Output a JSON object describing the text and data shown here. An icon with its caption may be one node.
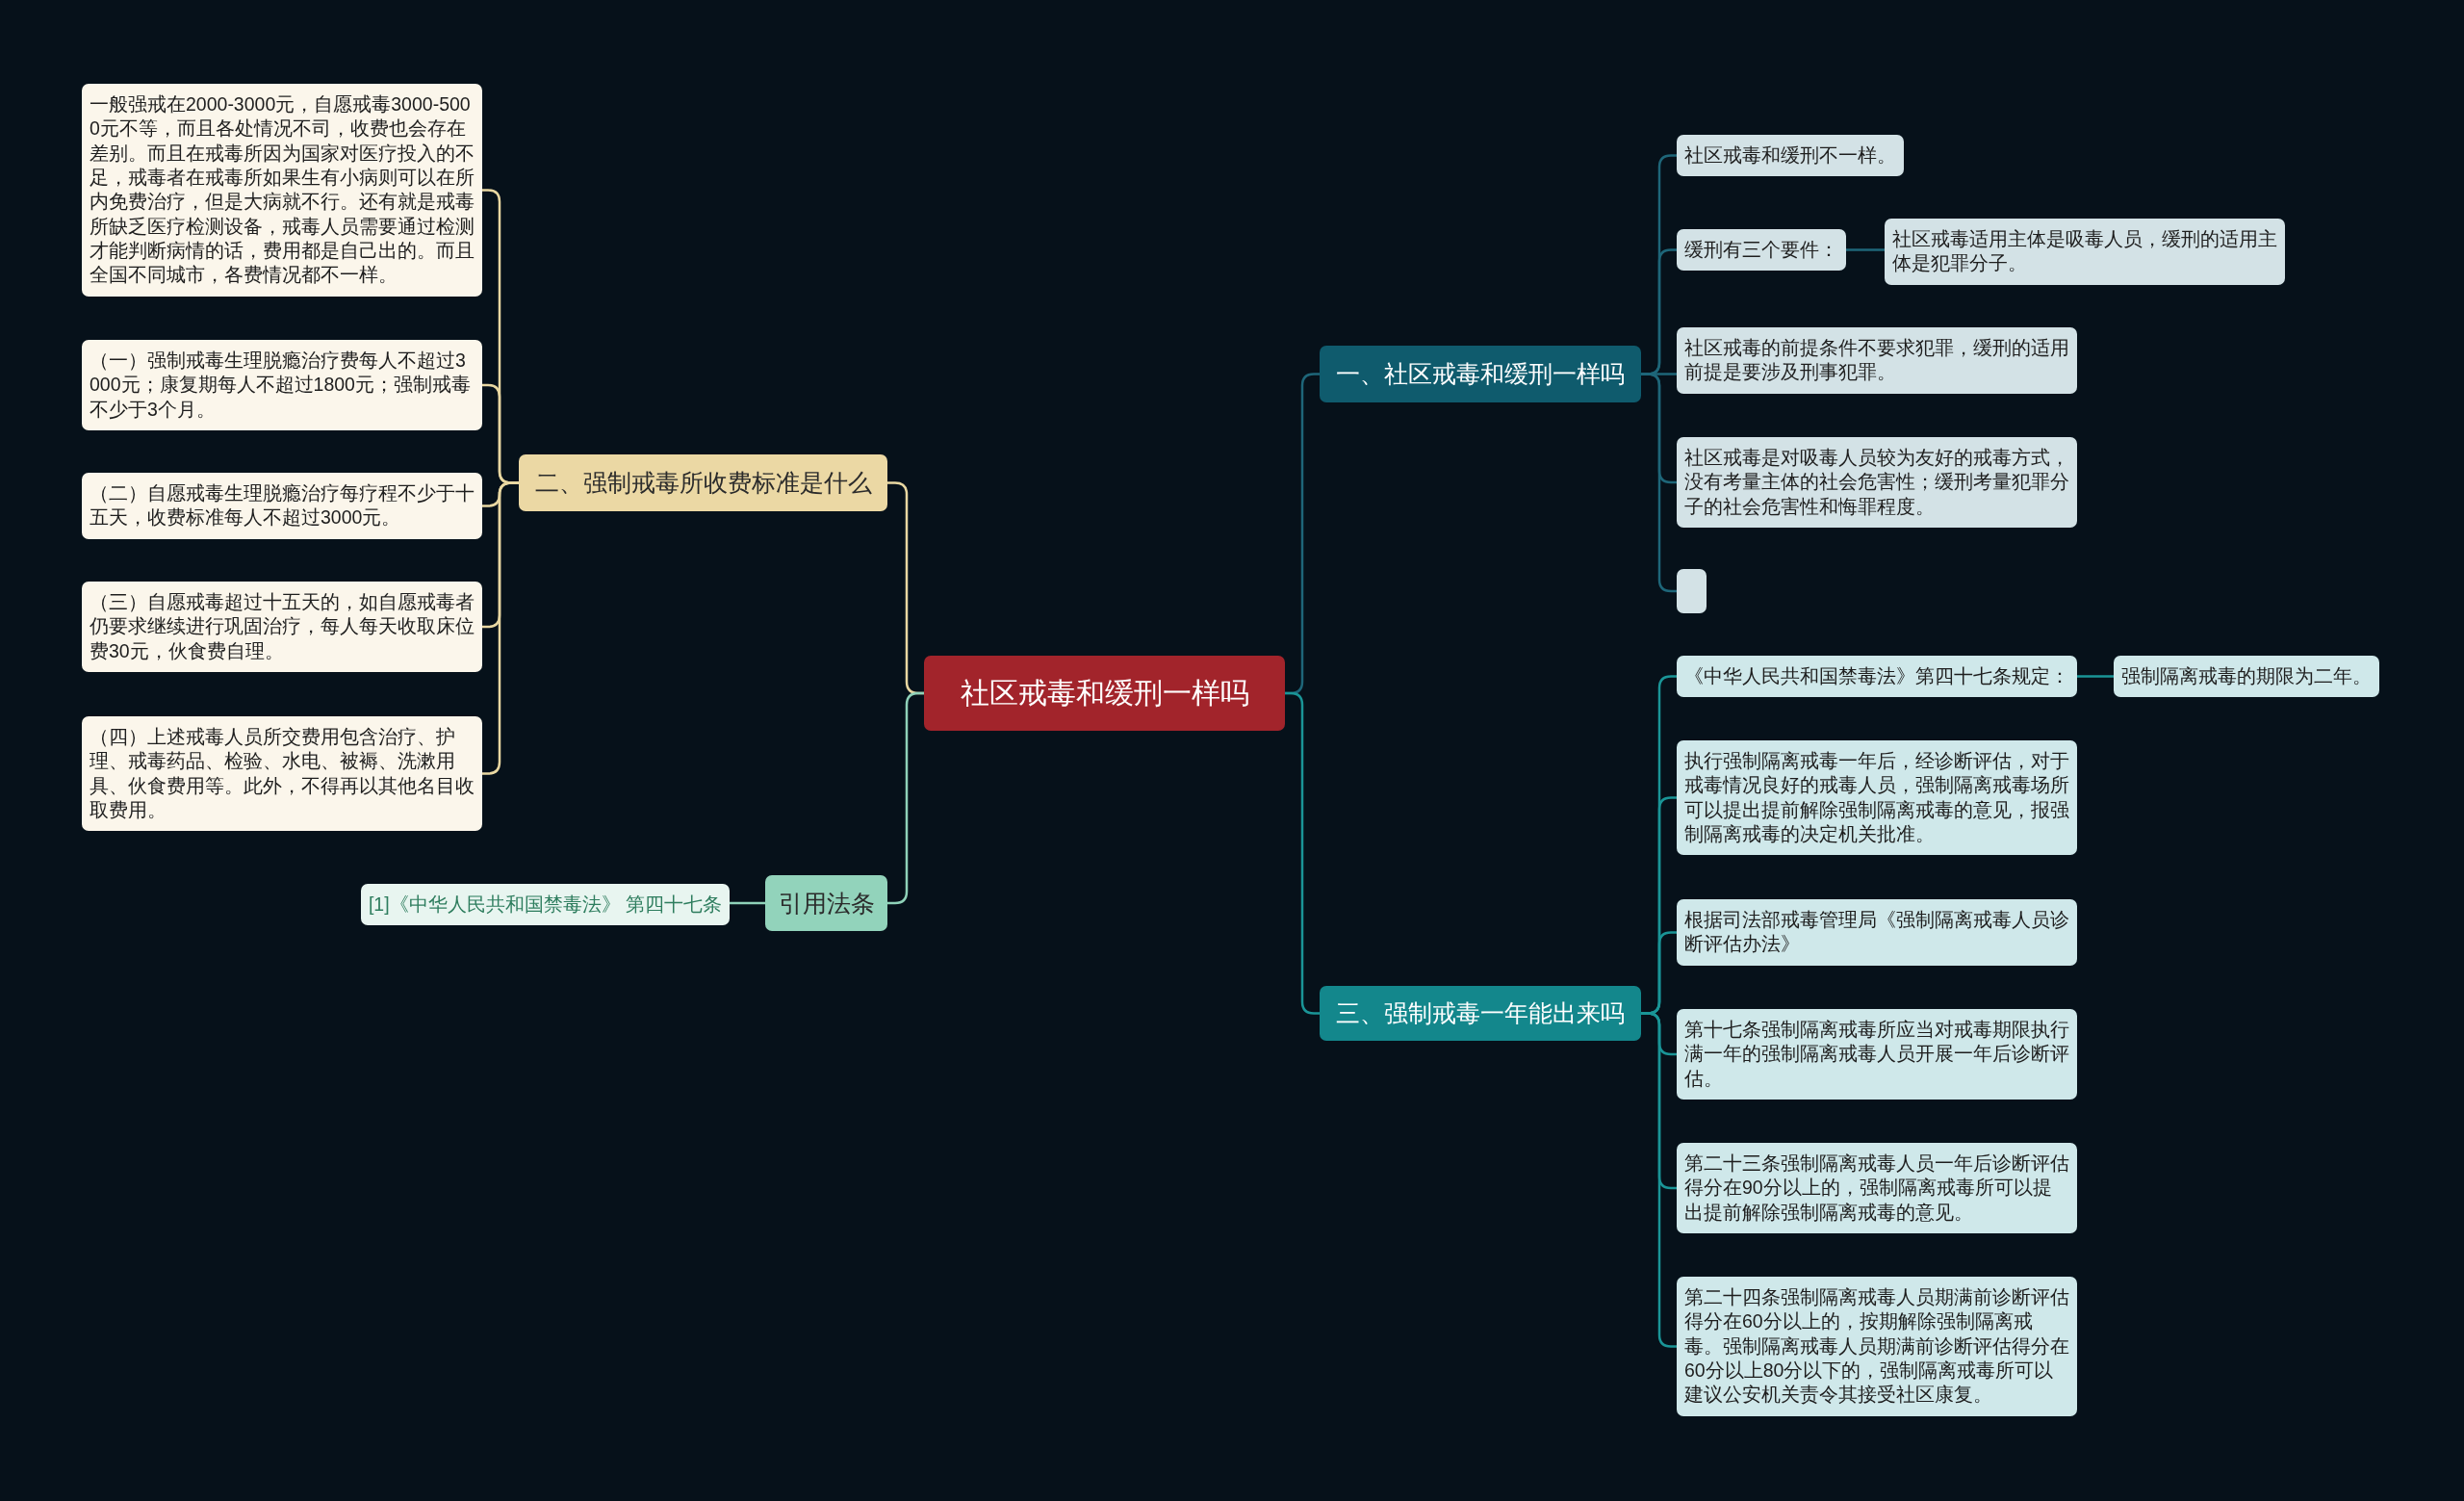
{
  "diagram": {
    "nodes": [
      {
        "text": [
          "社区戒毒和缓刑一样吗"
        ]
      },
      {
        "text": [
          "一、社区戒毒和缓刑一样吗"
        ]
      },
      {
        "text": [
          "社区戒毒和缓刑不一样。"
        ]
      },
      {
        "text": [
          "缓刑有三个要件："
        ]
      },
      {
        "text": [
          "社区戒毒适用主体是吸毒人员，缓刑的适用主体是犯罪分子。"
        ]
      },
      {
        "text": [
          "社区戒毒的前提条件不要求犯罪，缓刑的适用前提是要涉及刑事犯罪。"
        ]
      },
      {
        "text": [
          "社区戒毒是对吸毒人员较为友好的戒毒方式，没有考量主体的社会危害性；缓刑考量犯罪分子的社会危害性和悔罪程度。"
        ]
      },
      {
        "text": [],
        "shape": "box"
      },
      {
        "text": [
          "二、强制戒毒所收费标准是什么"
        ]
      },
      {
        "text": [
          "一般强戒在2000-3000元，自愿戒毒3000-5000元不等，而且各处情况不司，收费也会存在差别。而且在戒毒所因为国家对医疗投入的不足，戒毒者在戒毒所如果生有小病则可以在所内免费治疗，但是大病就不行。还有就是戒毒所缺乏医疗检测设备，戒毒人员需要通过检测才能判断病情的话，费用都是自己出的。而且全国不同城市，各费情况都不一样。"
        ]
      },
      {
        "text": [
          "（一）强制戒毒生理脱瘾治疗费每人不超过3000元；康复期每人不超过1800元；强制戒毒不少于3个月。"
        ]
      },
      {
        "text": [
          "（二）自愿戒毒生理脱瘾治疗每疗程不少于十五天，收费标准每人不超过3000元。"
        ]
      },
      {
        "text": [
          "（三）自愿戒毒超过十五天的，如自愿戒毒者仍要求继续进行巩固治疗，每人每天收取床位费30元，伙食费自理。"
        ]
      },
      {
        "text": [
          "（四）上述戒毒人员所交费用包含治疗、护理、戒毒药品、检验、水电、被褥、洗漱用具、伙食费用等。此外，不得再以其他名目收取费用。"
        ]
      },
      {
        "text": [
          "三、强制戒毒一年能出来吗"
        ]
      },
      {
        "text": [
          "《中华人民共和国禁毒法》第四十七条规定："
        ]
      },
      {
        "text": [
          "强制隔离戒毒的期限为二年。"
        ]
      },
      {
        "text": [
          "执行强制隔离戒毒一年后，经诊断评估，对于戒毒情况良好的戒毒人员，强制隔离戒毒场所可以提出提前解除强制隔离戒毒的意见，报强制隔离戒毒的决定机关批准。"
        ]
      },
      {
        "text": [
          "根据司法部戒毒管理局《强制隔离戒毒人员诊断评估办法》"
        ]
      },
      {
        "text": [
          "第十七条强制隔离戒毒所应当对戒毒期限执行满一年的强制隔离戒毒人员开展一年后诊断评估。"
        ]
      },
      {
        "text": [
          "第二十三条强制隔离戒毒人员一年后诊断评估得分在90分以上的，强制隔离戒毒所可以提出提前解除强制隔离戒毒的意见。"
        ]
      },
      {
        "text": [
          "第二十四条强制隔离戒毒人员期满前诊断评估得分在60分以上的，按期解除强制隔离戒毒。强制隔离戒毒人员期满前诊断评估得分在60分以上80分以下的，强制隔离戒毒所可以建议公安机关责令其接受社区康复。"
        ]
      },
      {
        "text": [
          "引用法条"
        ]
      },
      {
        "text": [
          "[1]《中华人民共和国禁毒法》 第四十七条"
        ]
      }
    ],
    "edges": [
      {
        "from": 0,
        "to": 1,
        "arrow": "none",
        "color": "#1e6679"
      },
      {
        "from": 1,
        "to": 2,
        "arrow": "none",
        "color": "#1e6679"
      },
      {
        "from": 1,
        "to": 3,
        "arrow": "none",
        "color": "#1e6679"
      },
      {
        "from": 3,
        "to": 4,
        "arrow": "none",
        "color": "#1e6679"
      },
      {
        "from": 1,
        "to": 5,
        "arrow": "none",
        "color": "#1e6679"
      },
      {
        "from": 1,
        "to": 6,
        "arrow": "none",
        "color": "#1e6679"
      },
      {
        "from": 1,
        "to": 7,
        "arrow": "none",
        "color": "#1e6679"
      },
      {
        "from": 0,
        "to": 8,
        "arrow": "none",
        "color": "#e9d8a2"
      },
      {
        "from": 8,
        "to": 9,
        "arrow": "none",
        "color": "#e9d8a2"
      },
      {
        "from": 8,
        "to": 10,
        "arrow": "none",
        "color": "#e9d8a2"
      },
      {
        "from": 8,
        "to": 11,
        "arrow": "none",
        "color": "#e9d8a2"
      },
      {
        "from": 8,
        "to": 12,
        "arrow": "none",
        "color": "#e9d8a2"
      },
      {
        "from": 8,
        "to": 13,
        "arrow": "none",
        "color": "#e9d8a2"
      },
      {
        "from": 0,
        "to": 14,
        "arrow": "none"
      },
      {
        "from": 14,
        "to": 15,
        "arrow": "none"
      },
      {
        "from": 15,
        "to": 16,
        "arrow": "none"
      },
      {
        "from": 14,
        "to": 17,
        "arrow": "none"
      },
      {
        "from": 14,
        "to": 18,
        "arrow": "none"
      },
      {
        "from": 14,
        "to": 19,
        "arrow": "none"
      },
      {
        "from": 14,
        "to": 20,
        "arrow": "none"
      },
      {
        "from": 14,
        "to": 21,
        "arrow": "none"
      },
      {
        "from": 0,
        "to": 22,
        "arrow": "none",
        "color": "#8fd2b9"
      },
      {
        "from": 22,
        "to": 23,
        "arrow": "none",
        "color": "#8fd2b9"
      }
    ]
  }
}
